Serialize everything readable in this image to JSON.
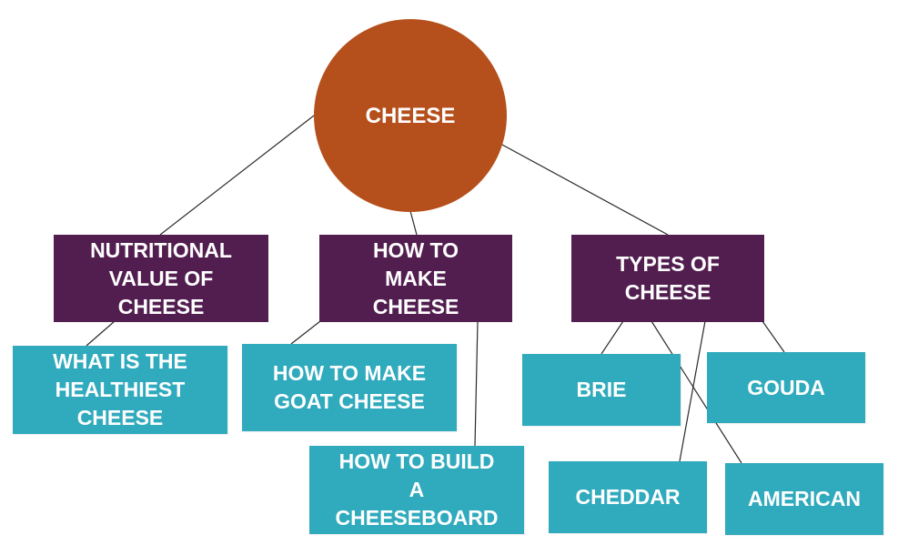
{
  "colors": {
    "root": "#B5501C",
    "category": "#521E50",
    "leaf": "#30AABD",
    "connector": "#2A2A2A",
    "text": "#FFFFFF"
  },
  "root": {
    "label": "CHEESE"
  },
  "categories": [
    {
      "id": "nutrition",
      "label": "NUTRITIONAL\nVALUE OF\nCHEESE"
    },
    {
      "id": "howto",
      "label": "HOW TO\nMAKE\nCHEESE"
    },
    {
      "id": "types",
      "label": "TYPES OF\nCHEESE"
    }
  ],
  "leaves": [
    {
      "id": "healthiest",
      "parent": "nutrition",
      "label": "WHAT IS THE\nHEALTHIEST\nCHEESE"
    },
    {
      "id": "goat",
      "parent": "howto",
      "label": "HOW TO MAKE\nGOAT CHEESE"
    },
    {
      "id": "board",
      "parent": "howto",
      "label": "HOW TO BUILD\nA\nCHEESEBOARD"
    },
    {
      "id": "brie",
      "parent": "types",
      "label": "BRIE"
    },
    {
      "id": "gouda",
      "parent": "types",
      "label": "GOUDA"
    },
    {
      "id": "cheddar",
      "parent": "types",
      "label": "CHEDDAR"
    },
    {
      "id": "american",
      "parent": "types",
      "label": "AMERICAN"
    }
  ]
}
